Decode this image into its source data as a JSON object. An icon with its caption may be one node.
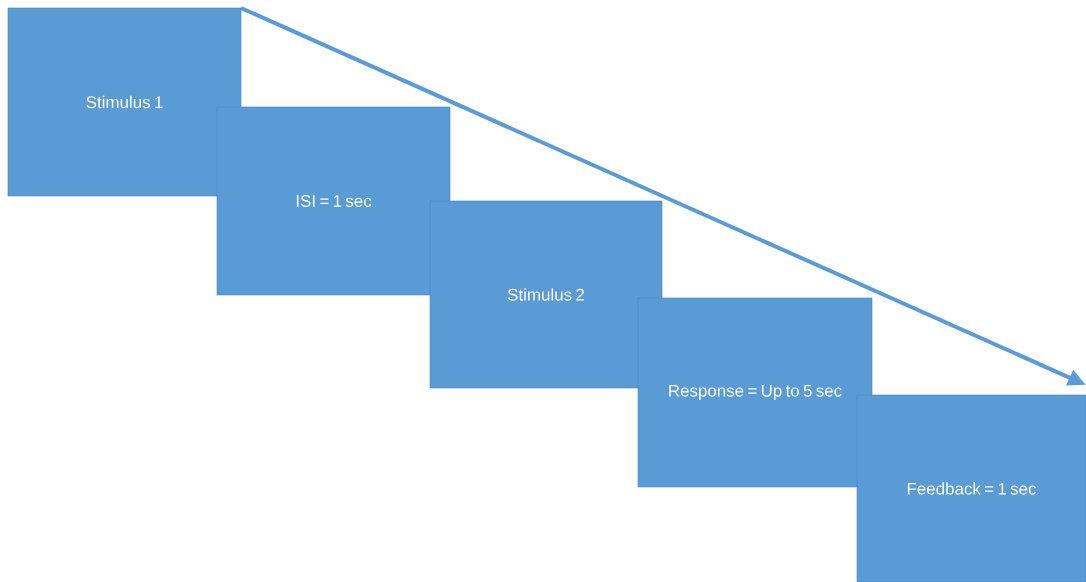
{
  "diagram": {
    "nodes": [
      {
        "text": [
          "Stimulus 1"
        ]
      },
      {
        "text": [
          "ISI = 1 sec"
        ]
      },
      {
        "text": [
          "Stimulus 2"
        ]
      },
      {
        "text": [
          "Response = Up to 5 sec"
        ]
      },
      {
        "text": [
          "Feedback = 1 sec"
        ]
      }
    ]
  }
}
